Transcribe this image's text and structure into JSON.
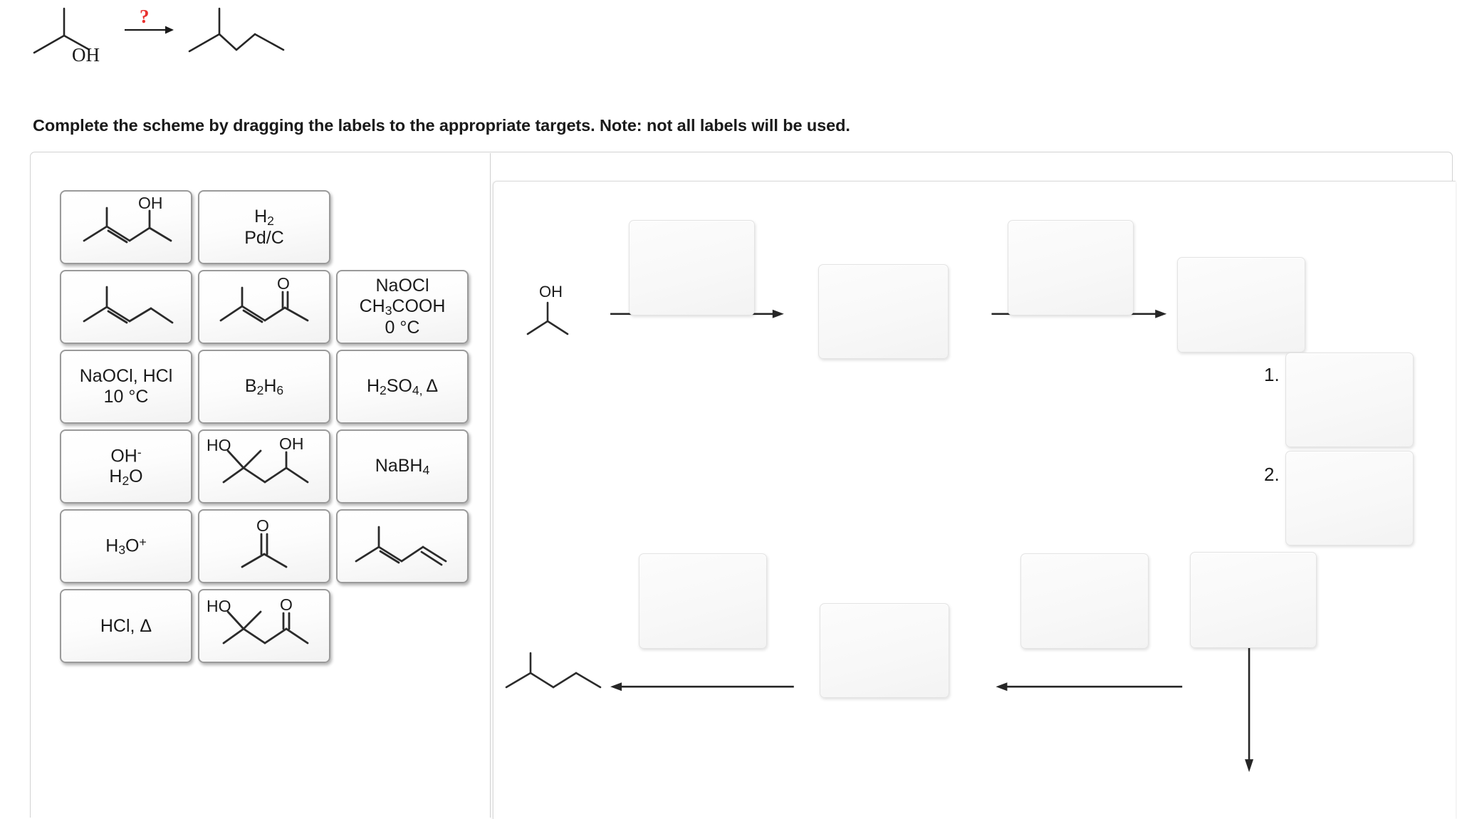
{
  "header": {
    "reaction": {
      "reactant_name": "propan-2-ol",
      "reactant_label": "OH",
      "arrow_label": "?",
      "arrow_label_color": "#e8312f",
      "product_name": "2-methylpentane"
    }
  },
  "instruction": {
    "text": "Complete the scheme by dragging the labels to the appropriate targets. Note: not all labels will be used."
  },
  "palette": {
    "rows": [
      [
        {
          "kind": "structure",
          "name": "4-methylpent-3-en-2-ol",
          "labels": [
            "OH"
          ]
        },
        {
          "kind": "text",
          "name": "hydrogen-palladium-carbon",
          "text": "H2\nPd/C",
          "html": "H<sub>2</sub><br>Pd/C"
        }
      ],
      [
        {
          "kind": "structure",
          "name": "2-methylpent-2-ene",
          "labels": []
        },
        {
          "kind": "structure",
          "name": "4-methylpent-3-en-2-one",
          "labels": [
            "O"
          ]
        },
        {
          "kind": "text",
          "name": "sodium-hypochlorite-acetic-acid",
          "text": "NaOCl\nCH3COOH\n0 °C",
          "html": "NaOCl<br>CH<sub>3</sub>COOH<br>0 °C"
        }
      ],
      [
        {
          "kind": "text",
          "name": "sodium-hypochlorite-hydrochloric-acid",
          "text": "NaOCl, HCl\n10 °C",
          "html": "NaOCl, HCl<br>10 °C"
        },
        {
          "kind": "text",
          "name": "diborane",
          "text": "B2H6",
          "html": "B<sub>2</sub>H<sub>6</sub>"
        },
        {
          "kind": "text",
          "name": "sulfuric-acid-heat",
          "text": "H2SO4, Δ",
          "html": "H<sub>2</sub>SO<sub>4, </sub>Δ"
        }
      ],
      [
        {
          "kind": "text",
          "name": "hydroxide-water",
          "text": "OH-\nH2O",
          "html": "OH<sup>-</sup><br>H<sub>2</sub>O"
        },
        {
          "kind": "structure",
          "name": "2-methylpentane-2-4-diol",
          "labels": [
            "HO",
            "OH"
          ]
        },
        {
          "kind": "text",
          "name": "sodium-borohydride",
          "text": "NaBH4",
          "html": "NaBH<sub>4</sub>"
        }
      ],
      [
        {
          "kind": "text",
          "name": "hydronium-ion",
          "text": "H3O+",
          "html": "H<sub>3</sub>O<sup>+</sup>"
        },
        {
          "kind": "structure",
          "name": "acetone",
          "labels": [
            "O"
          ]
        },
        {
          "kind": "structure",
          "name": "4-methylpenta-1-3-diene",
          "labels": []
        }
      ],
      [
        {
          "kind": "text",
          "name": "hydrochloric-acid-heat",
          "text": "HCl, Δ",
          "html": "HCl, Δ"
        },
        {
          "kind": "structure",
          "name": "4-hydroxy-4-methylpentan-2-one",
          "labels": [
            "HO",
            "O"
          ]
        }
      ]
    ]
  },
  "scheme": {
    "start_structure": {
      "name": "propan-2-ol",
      "labels": [
        "OH"
      ]
    },
    "end_structure": {
      "name": "2-methylpentane",
      "labels": []
    },
    "step_labels": {
      "step1": "1.",
      "step2": "2."
    },
    "drop_target_count": 10
  }
}
